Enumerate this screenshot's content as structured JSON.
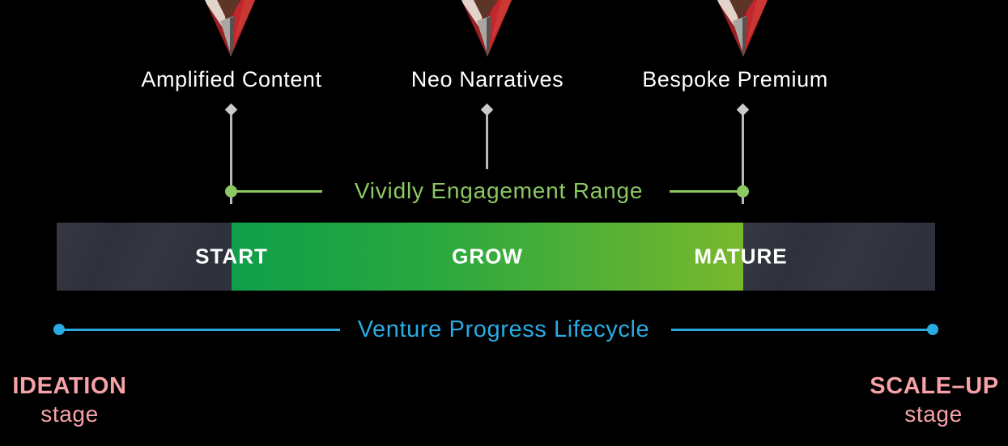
{
  "colors": {
    "background": "#000000",
    "green_accent": "#8cc863",
    "blue_accent": "#29abe2",
    "pink_accent": "#f6a2a7",
    "bar_dark": "#2f323c",
    "bar_green_start": "#0f9f4a",
    "bar_green_end": "#79b82d",
    "marker_gray": "#b9b9b9",
    "label_white": "#ffffff"
  },
  "markers": [
    {
      "icon": "pin-icon",
      "label": "Amplified Content"
    },
    {
      "icon": "pin-icon",
      "label": "Neo Narratives"
    },
    {
      "icon": "pin-icon",
      "label": "Bespoke Premium"
    }
  ],
  "engagement_range": {
    "label": "Vividly Engagement Range"
  },
  "bar": {
    "segments": [
      {
        "label": "START"
      },
      {
        "label": "GROW"
      },
      {
        "label": "MATURE"
      }
    ]
  },
  "lifecycle": {
    "label": "Venture Progress Lifecycle"
  },
  "stages": {
    "left": {
      "name": "IDEATION",
      "sub": "stage"
    },
    "right": {
      "name": "SCALE–UP",
      "sub": "stage"
    }
  }
}
